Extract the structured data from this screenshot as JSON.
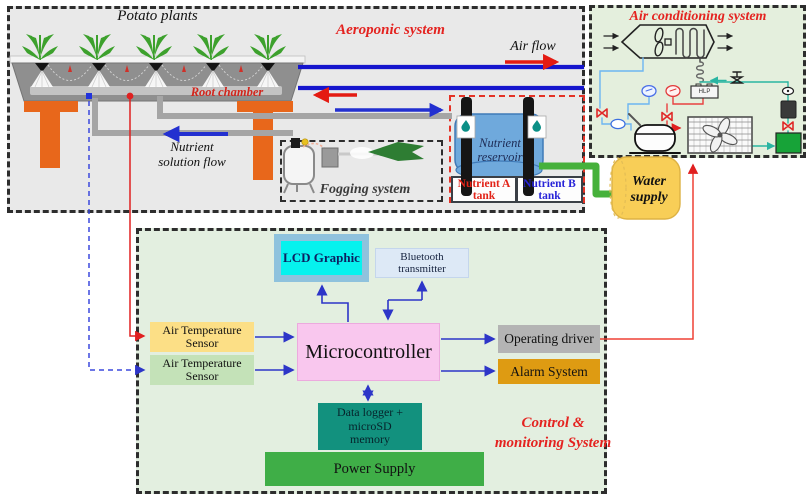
{
  "aeroponic": {
    "title": "Aeroponic system",
    "potato_plants_label": "Potato plants",
    "root_chamber_label": "Root chamber",
    "air_flow_label": "Air flow",
    "nutrient_flow_line1": "Nutrient",
    "nutrient_flow_line2": "solution flow",
    "fogging_label": "Fogging system"
  },
  "nutrient": {
    "reservoir_line1": "Nutrient",
    "reservoir_line2": "reservoir",
    "tank_a_line1": "Nutrient A",
    "tank_a_line2": "tank",
    "tank_b_line1": "Nutrient B",
    "tank_b_line2": "tank",
    "water_line1": "Water",
    "water_line2": "supply"
  },
  "ac": {
    "title": "Air conditioning system",
    "hlp_label": "HLP"
  },
  "control": {
    "title_line1": "Control &",
    "title_line2": "monitoring System",
    "lcd_label": "LCD Graphic",
    "bluetooth_line1": "Bluetooth",
    "bluetooth_line2": "transmitter",
    "sensor1_line1": "Air Temperature",
    "sensor1_line2": "Sensor",
    "sensor2_line1": "Air Temperature",
    "sensor2_line2": "Sensor",
    "micro_label": "Microcontroller",
    "driver_label": "Operating driver",
    "alarm_label": "Alarm System",
    "datalogger_line1": "Data logger +",
    "datalogger_line2": "microSD",
    "datalogger_line3": "memory",
    "power_label": "Power Supply"
  },
  "colors": {
    "title_red": "#e42320",
    "aero_bg": "#e9e9e9",
    "ac_bg": "#e4efdd",
    "control_bg": "#e3efe0",
    "lcd_inner": "#06f2ee",
    "lcd_outer": "#8fc2dd",
    "bluetooth_bg": "#dde9f6",
    "sensor_yellow": "#fcdf86",
    "sensor_green": "#c4e2b8",
    "micro_pink": "#f9c7ee",
    "driver_gray": "#b4b4b4",
    "alarm_gold": "#de9b12",
    "datalogger_teal": "#12917e",
    "power_green": "#3fae47",
    "duct_blue": "#1515cd",
    "arrow_blue": "#2d35c8",
    "arrow_red": "#e41b12",
    "pipe_gray": "#a5a5a5",
    "pipe_green": "#46b13b",
    "tank_blue": "#6fa9dc",
    "water_yellow": "#f8ce57",
    "leg_orange": "#e8671b",
    "plant_green": "#3da12d"
  }
}
